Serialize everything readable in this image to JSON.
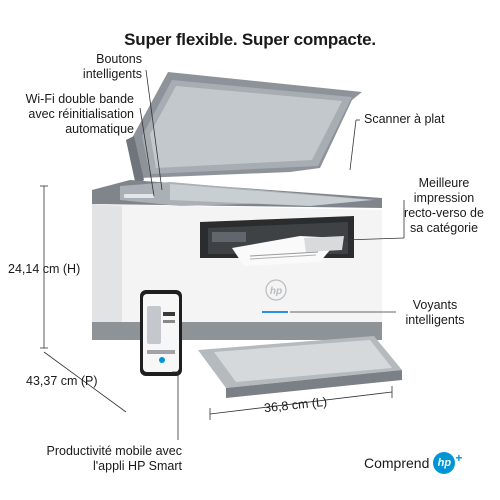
{
  "headline": "Super flexible. Super compacte.",
  "callouts": {
    "smart_buttons": [
      "Boutons",
      "intelligents"
    ],
    "wifi": [
      "Wi-Fi double bande",
      "avec réinitialisation",
      "automatique"
    ],
    "flatbed": "Scanner à plat",
    "duplex": [
      "Meilleure",
      "impression",
      "recto-verso de",
      "sa catégorie"
    ],
    "lights": [
      "Voyants",
      "intelligents"
    ],
    "mobile": [
      "Productivité mobile avec",
      "l'appli HP Smart"
    ]
  },
  "dimensions": {
    "height": "24,14 cm (H)",
    "depth": "43,37 cm (P)",
    "width": "36,8 cm (L)"
  },
  "footer": {
    "comprend": "Comprend",
    "logo": "hp",
    "plus": "+"
  },
  "colors": {
    "printer_body": "#f2f2f2",
    "printer_grey": "#8c9196",
    "scanner_glass": "#b7bcc1",
    "lid": "#9aa0a6",
    "hp_blue": "#0096d6",
    "light_blue": "#2e8fe0"
  }
}
